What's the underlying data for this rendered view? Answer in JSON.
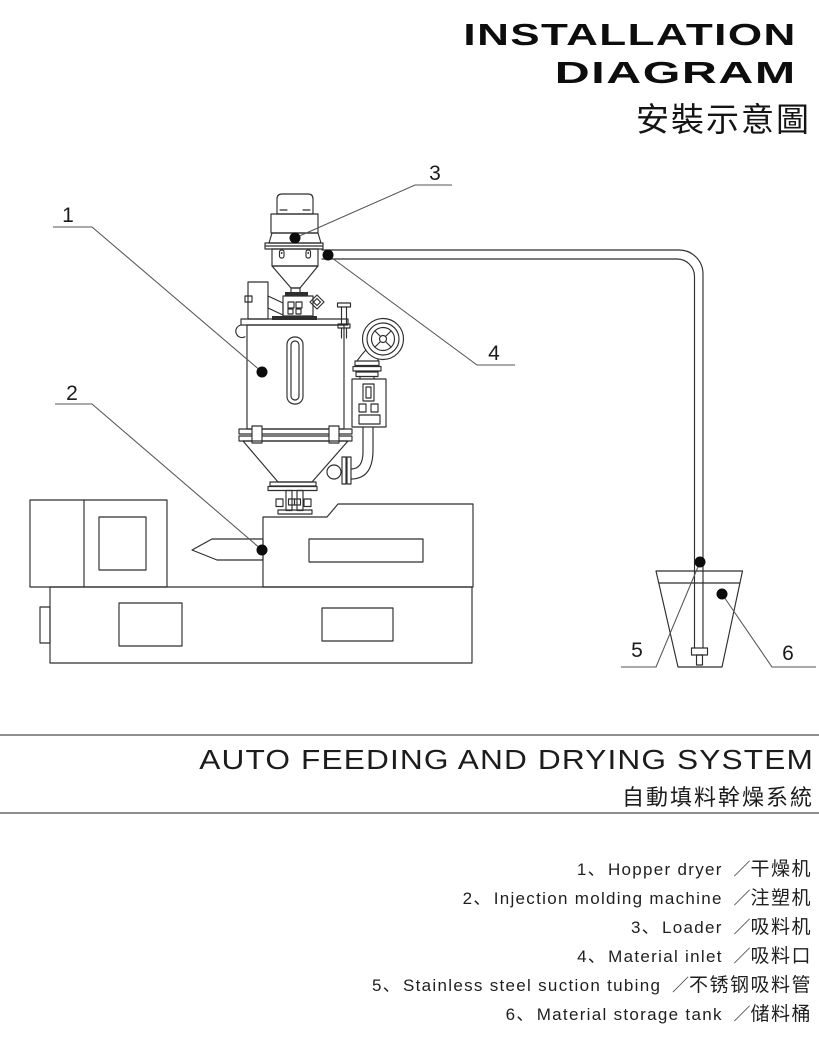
{
  "header": {
    "title_line1": "INSTALLATION",
    "title_line2": "DIAGRAM",
    "title_zh": "安裝示意圖"
  },
  "section": {
    "title_en": "AUTO FEEDING AND DRYING SYSTEM",
    "title_zh": "自動填料幹燥系統"
  },
  "legend": {
    "enumerator": "、",
    "separator": "／",
    "items": [
      {
        "num": "1",
        "en": "Hopper dryer",
        "zh": "干燥机"
      },
      {
        "num": "2",
        "en": "Injection molding machine",
        "zh": "注塑机"
      },
      {
        "num": "3",
        "en": "Loader",
        "zh": "吸料机"
      },
      {
        "num": "4",
        "en": "Material inlet",
        "zh": "吸料口"
      },
      {
        "num": "5",
        "en": "Stainless steel suction tubing",
        "zh": "不锈钢吸料管"
      },
      {
        "num": "6",
        "en": "Material storage tank",
        "zh": "储料桶"
      }
    ]
  },
  "diagram": {
    "callouts": [
      {
        "num": "1",
        "target": "hopper-dryer"
      },
      {
        "num": "2",
        "target": "injection-molding-machine"
      },
      {
        "num": "3",
        "target": "loader"
      },
      {
        "num": "4",
        "target": "material-inlet"
      },
      {
        "num": "5",
        "target": "stainless-steel-suction-tubing"
      },
      {
        "num": "6",
        "target": "material-storage-tank"
      }
    ]
  },
  "colors": {
    "line": "#2e2e2e",
    "leader": "#555555",
    "dot": "#0c0c0c",
    "rule": "#8f8f8f",
    "text": "#111111"
  }
}
